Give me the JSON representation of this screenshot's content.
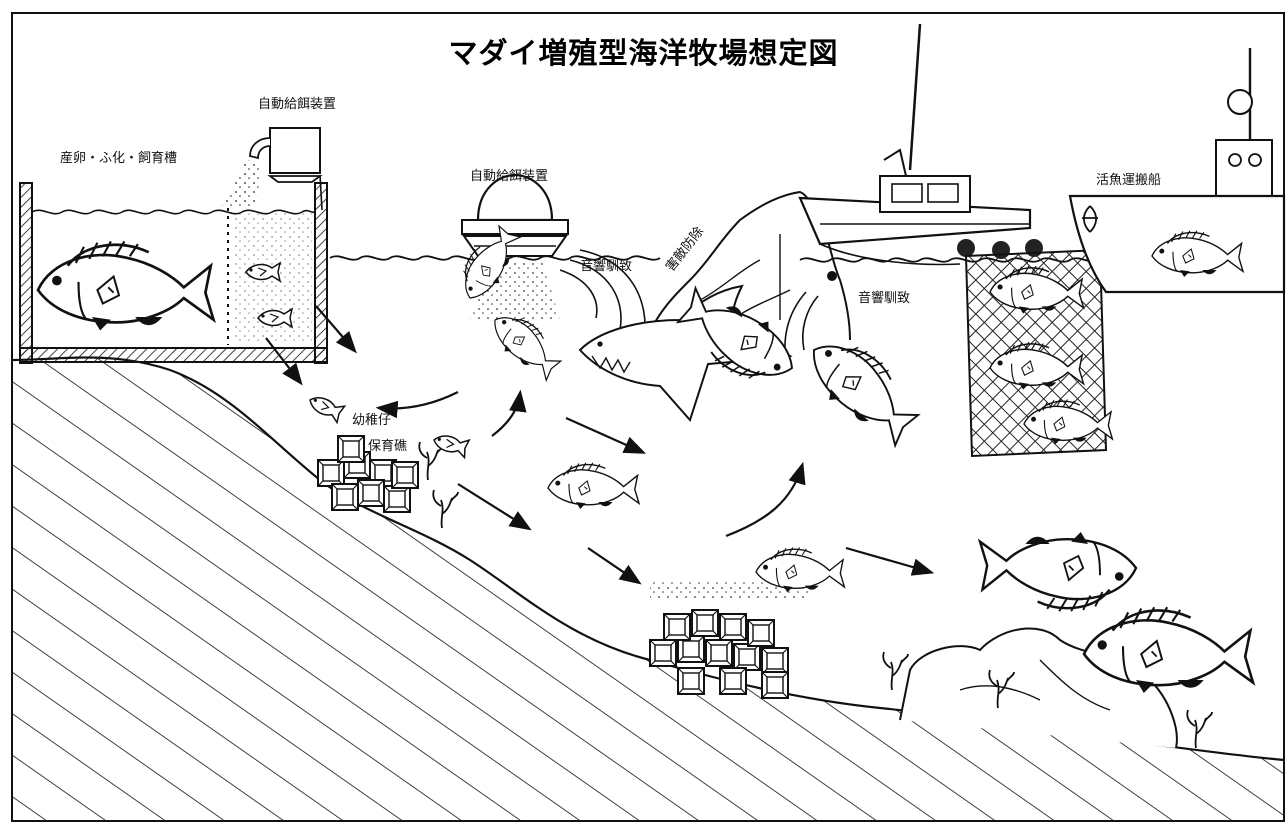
{
  "title": "マダイ増殖型海洋牧場想定図",
  "labels": {
    "feeder_tank": "自動給餌装置",
    "hatchery": "産卵・ふ化・飼育槽",
    "feeder_buoy": "自動給餌装置",
    "sound_lure_1": "音響馴致",
    "predator_control": "害敵防除",
    "sound_lure_2": "音響馴致",
    "live_fish_carrier": "活魚運搬船",
    "juveniles": "幼稚仔",
    "nursery_reef": "保育礁"
  },
  "colors": {
    "ink": "#111111",
    "paper": "#ffffff"
  }
}
